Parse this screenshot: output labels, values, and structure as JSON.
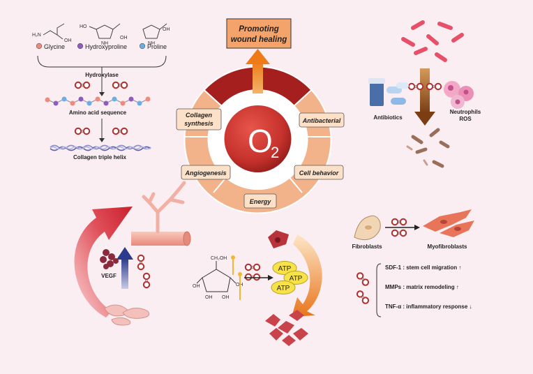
{
  "center": {
    "o2": "O",
    "o2_sub": "2",
    "top_label": "Promoting wound healing",
    "top_label_line1": "Promoting",
    "top_label_line2": "wound healing"
  },
  "ring": {
    "collagen_line1": "Collagen",
    "collagen_line2": "synthesis",
    "antibacterial": "Antibacterial",
    "angiogenesis": "Angiogenesis",
    "cell_behavior": "Cell behavior",
    "energy": "Energy"
  },
  "collagen_panel": {
    "glycine": "Glycine",
    "hydroxyproline": "Hydroxyproline",
    "proline": "Proline",
    "hydroxylase": "Hydroxylase",
    "amino_acid_sequence": "Amino acid sequence",
    "triple_helix": "Collagen triple helix",
    "mol_h2n": "H₂N",
    "mol_oh1": "OH",
    "mol_ho": "HO",
    "mol_nh1": "NH",
    "mol_oh2": "OH",
    "mol_nh2": "NH",
    "mol_oh3": "OH"
  },
  "antibacterial_panel": {
    "antibiotics": "Antibiotics",
    "neutrophils": "Neutrophils",
    "ros": "ROS"
  },
  "angiogenesis_panel": {
    "vegf": "VEGF"
  },
  "energy_panel": {
    "atp1": "ATP",
    "atp2": "ATP",
    "atp3": "ATP",
    "glucose_ch2oh": "CH₂OH",
    "glucose_oh_a": "OH",
    "glucose_oh_b": "OH",
    "glucose_oh_c": "OH",
    "glucose_oh_d": "OH"
  },
  "cell_panel": {
    "fibroblasts": "Fibroblasts",
    "myofibroblasts": "Myofibroblasts",
    "sdf1": "SDF-1 : stem cell migration ↑",
    "mmps": "MMPs :  matrix remodeling ↑",
    "tnf": "TNF-α : inflammatory response ↓"
  },
  "colors": {
    "background": "#fbeef2",
    "ring_light": "#f2b38a",
    "ring_dark": "#a51f1f",
    "arrow_orange": "#f08a2a",
    "o2_red": "#c4302b",
    "label_box": "#fce0c8"
  }
}
